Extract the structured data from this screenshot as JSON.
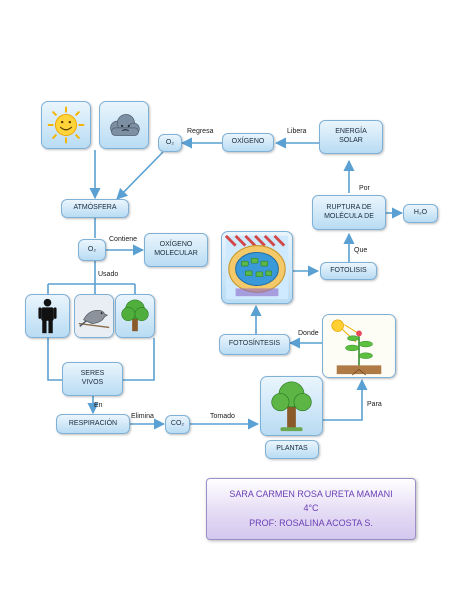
{
  "nodes": {
    "oxigeno": "OXÍGENO",
    "energia_solar": "ENERGÍA\nSOLAR",
    "o2_top": "O₂",
    "atmosfera": "ATMÓSFERA",
    "ruptura": "RUPTURA DE\nMOLÉCULA DE",
    "h2o": "H₂O",
    "o2_mid": "O₂",
    "oxigeno_molecular": "OXÍGENO\nMOLECULAR",
    "fotolisis": "FOTOLISIS",
    "fotosintesis": "FOTOSÍNTESIS",
    "seres_vivos": "SERES\nVIVOS",
    "respiracion": "RESPIRACIÓN",
    "co2": "CO₂",
    "plantas": "PLANTAS"
  },
  "links": {
    "regresa": "Regresa",
    "libera": "Libera",
    "por": "Por",
    "que": "Que",
    "contiene": "Contiene",
    "usado": "Usado",
    "donde": "Donde",
    "en": "En",
    "elimina": "Elimina",
    "tomado": "Tomado",
    "para": "Para"
  },
  "images": {
    "sun": "sun-icon",
    "cloud": "cloud-icon",
    "chloroplast": "chloroplast-image",
    "person": "person-icon",
    "bird": "bird-image",
    "tree_small": "tree-icon",
    "plant_diagram": "plant-photosynthesis-image",
    "tree_large": "tree-icon"
  },
  "footer": {
    "line1": "SARA CARMEN ROSA URETA MAMANI",
    "line2": "4°C",
    "line3": "PROF: ROSALINA ACOSTA S."
  },
  "colors": {
    "node_border": "#7fb0d6",
    "connector": "#5aa0d2",
    "footer_text": "#6a3fb4"
  }
}
